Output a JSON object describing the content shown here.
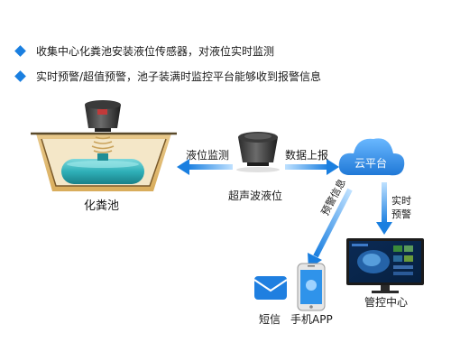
{
  "bullets": [
    "收集中心化粪池安装液位传感器，对液位实时监测",
    "实时预警/超值预警，池子装满时监控平台能够收到报警信息"
  ],
  "tank_label": "化粪池",
  "arrow_left_label": "液位监测",
  "sensor_label": "超声波液位",
  "arrow_right_label": "数据上报",
  "cloud_label": "云平台",
  "diag_label": "预警信息",
  "realtime_label_1": "实时",
  "realtime_label_2": "预警",
  "sms_label": "短信",
  "app_label": "手机APP",
  "control_label": "管控中心",
  "colors": {
    "accent": "#1a7fe0",
    "tank_liquid": "#34b3ba",
    "cloud": "#2f8fe6"
  }
}
